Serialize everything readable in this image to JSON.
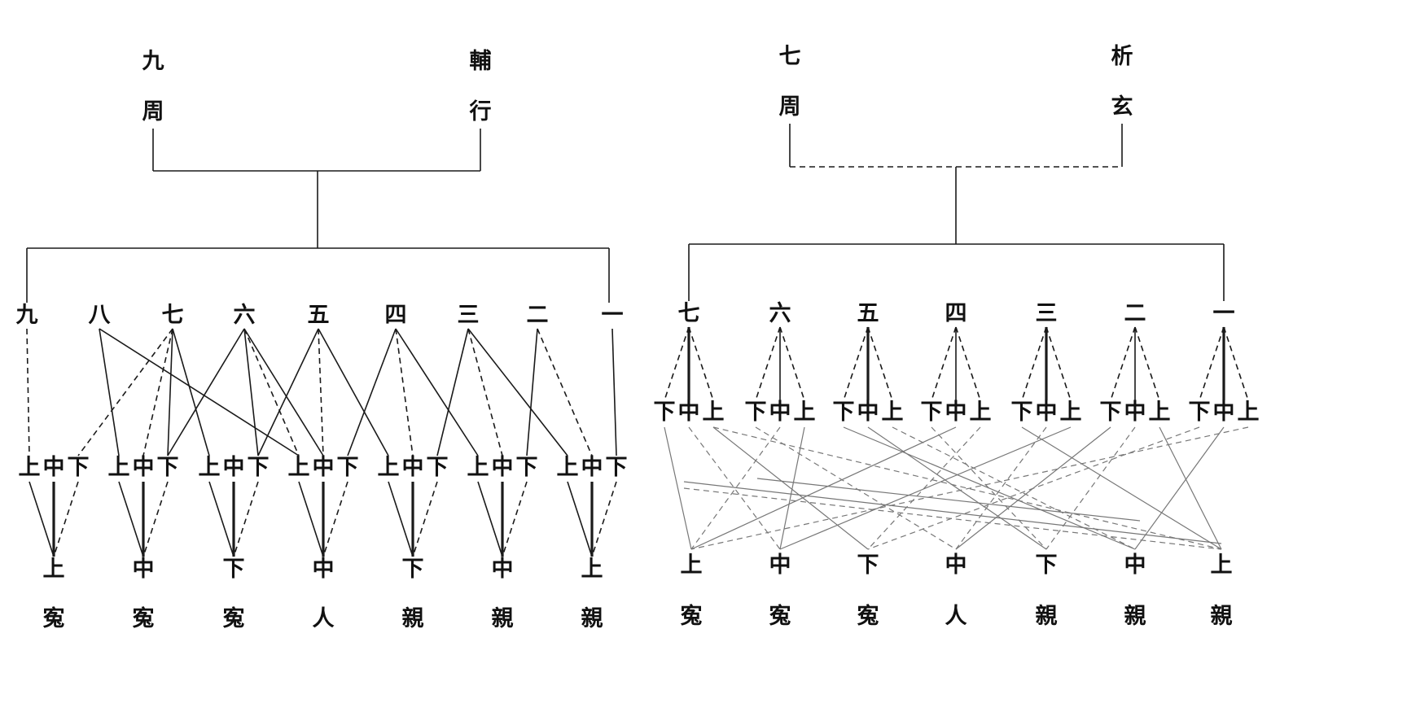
{
  "left_diagram": {
    "top_left_label": [
      "九",
      "周"
    ],
    "top_right_label": [
      "輔",
      "行"
    ],
    "tier1": [
      "九",
      "八",
      "七",
      "六",
      "五",
      "四",
      "三",
      "二",
      "一"
    ],
    "tier2": [
      [
        "上",
        "中",
        "下"
      ],
      [
        "上",
        "中",
        "下"
      ],
      [
        "上",
        "中",
        "下"
      ],
      [
        "上",
        "中",
        "下"
      ],
      [
        "上",
        "中",
        "下"
      ],
      [
        "上",
        "中",
        "下"
      ],
      [
        "上",
        "中",
        "下"
      ]
    ],
    "tier3": [
      "上",
      "中",
      "下",
      "中",
      "下",
      "中",
      "上"
    ],
    "bottom_row": [
      "寃",
      "寃",
      "寃",
      "人",
      "親",
      "親",
      "親"
    ]
  },
  "right_diagram": {
    "top_left_label": [
      "七",
      "周"
    ],
    "top_right_label": [
      "析",
      "玄"
    ],
    "tier1": [
      "七",
      "六",
      "五",
      "四",
      "三",
      "二",
      "一"
    ],
    "tier2": [
      [
        "下",
        "中",
        "上"
      ],
      [
        "下",
        "中",
        "上"
      ],
      [
        "下",
        "中",
        "上"
      ],
      [
        "下",
        "中",
        "上"
      ],
      [
        "下",
        "中",
        "上"
      ],
      [
        "下",
        "中",
        "上"
      ],
      [
        "下",
        "中",
        "上"
      ]
    ],
    "tier3": [
      "上",
      "中",
      "下",
      "中",
      "下",
      "中",
      "上"
    ],
    "bottom_row": [
      "寃",
      "寃",
      "寃",
      "人",
      "親",
      "親",
      "親"
    ]
  }
}
